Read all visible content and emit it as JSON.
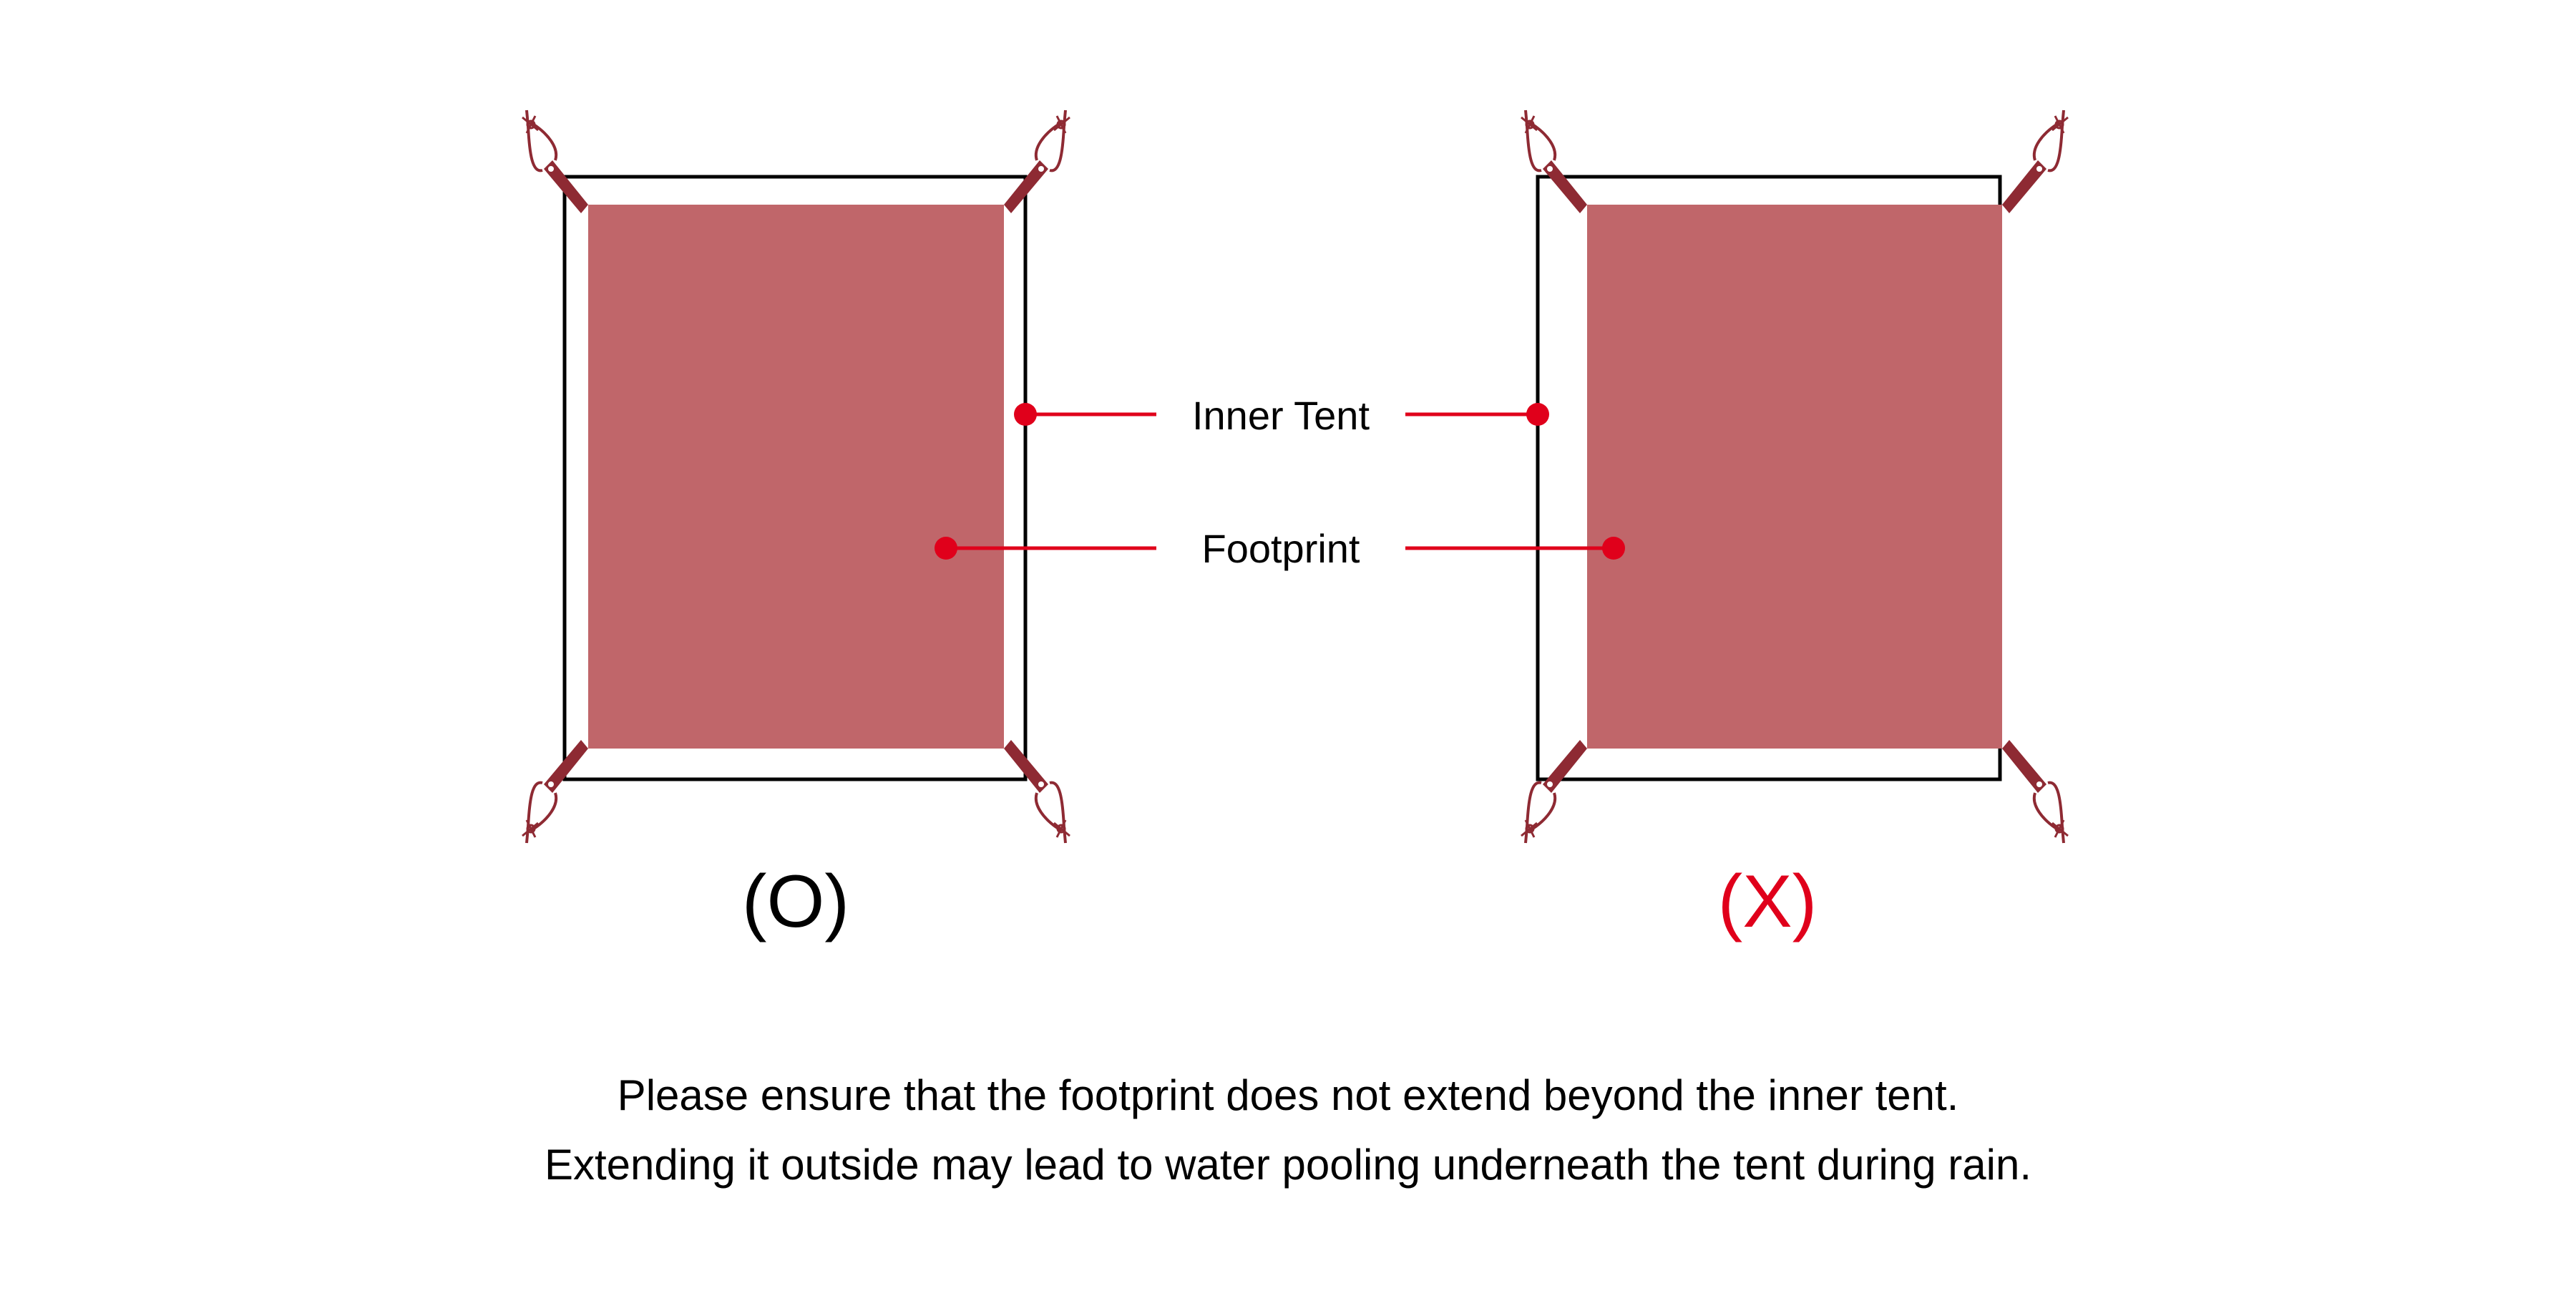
{
  "labels": {
    "inner_tent": "Inner Tent",
    "footprint": "Footprint"
  },
  "panels": {
    "correct": {
      "mark": "(O)",
      "mark_color": "#000000"
    },
    "incorrect": {
      "mark": "(X)",
      "mark_color": "#e0001b"
    }
  },
  "note": {
    "line1": "Please ensure that the footprint does not extend beyond the inner tent.",
    "line2": "Extending it outside may lead to water pooling underneath the tent during rain."
  },
  "colors": {
    "footprint": "#c0666a",
    "strap": "#8e2a33",
    "callout": "#e0001b",
    "outline": "#000000"
  }
}
